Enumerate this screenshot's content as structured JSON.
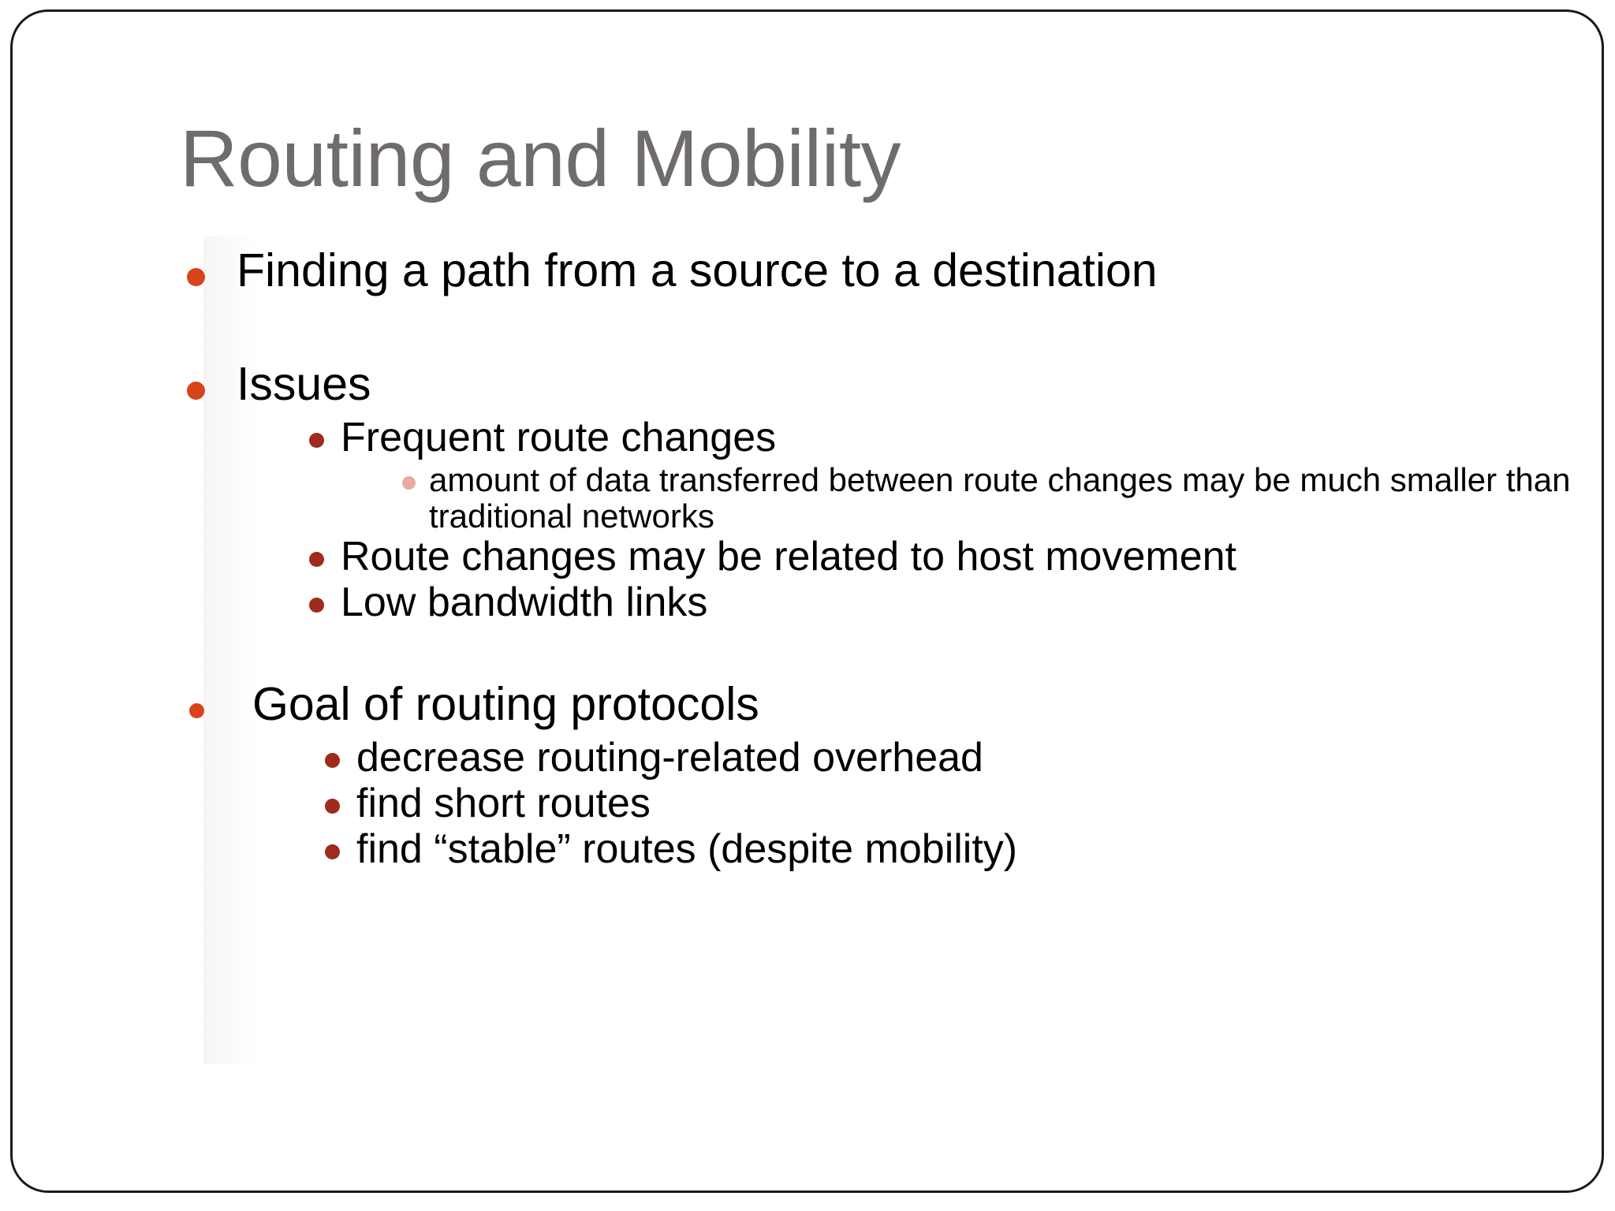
{
  "slide": {
    "title": "Routing and Mobility",
    "title_color": "#706C6C",
    "background_color": "#FFFFFF",
    "border_color": "#1A1A1A",
    "bullet_colors": {
      "level1": "#D8431A",
      "level2": "#9E2B1C",
      "level3": "#E8A9A1"
    },
    "body": {
      "item1": "Finding a path from a source to a destination",
      "item2": "Issues",
      "item2_sub1": "Frequent route changes",
      "item2_sub1_sub1": "amount of data transferred between route changes may be much smaller than traditional networks",
      "item2_sub2": "Route changes may be related to host movement",
      "item2_sub3": "Low bandwidth links",
      "item3": "Goal of routing protocols",
      "item3_sub1": "decrease routing-related overhead",
      "item3_sub2": "find short routes",
      "item3_sub3": "find “stable” routes (despite mobility)"
    }
  }
}
